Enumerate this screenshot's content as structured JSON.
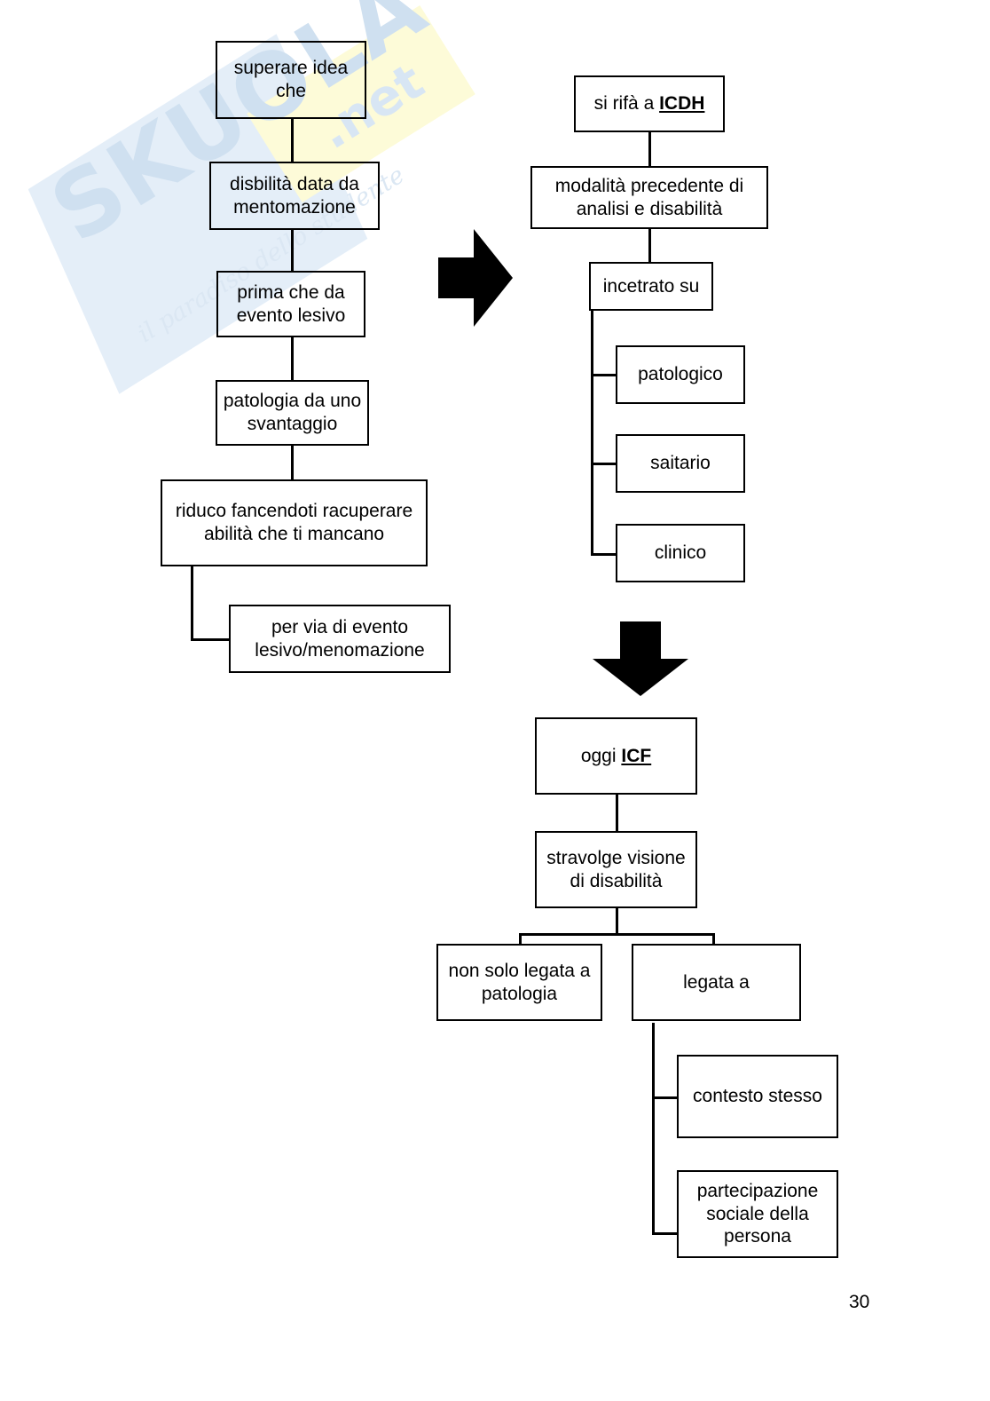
{
  "page": {
    "number": "30",
    "watermark": {
      "brand": "SKUOLA",
      "suffix": ".net",
      "tagline": "il paradiso dello studente",
      "brand_color": "#cfe0f0",
      "highlight_color": "#fdfbd8"
    }
  },
  "diagram": {
    "type": "flowchart",
    "columns": {
      "left_branch_title": "superare idea che",
      "right_branch_title": "si rifà a ICDH",
      "bottom_branch_title": "oggi ICF"
    },
    "nodes": {
      "superare_idea_che": "superare idea che",
      "disbilita_data_da_mentomazione": "disbilità data da mentomazione",
      "prima_che_da_evento_lesivo": "prima che da evento lesivo",
      "patologia_da_uno_svantaggio": "patologia da uno svantaggio",
      "riduco_fancendoti": "riduco fancendoti racuperare abilità che ti mancano",
      "per_via_di_evento_lesivo": "per via di evento lesivo/menomazione",
      "si_rifa_a_prefix": "si rifà a ",
      "si_rifa_a_term": "ICDH",
      "modalita_precedente": "modalità precedente di analisi e disabilità",
      "incetrato_su": "incetrato su",
      "patologico": "patologico",
      "saitario": "saitario",
      "clinico": "clinico",
      "oggi_prefix": "oggi ",
      "oggi_term": "ICF",
      "stravolge_visione": "stravolge visione di disabilità",
      "non_solo_legata": "non solo legata a patologia",
      "legata_a": "legata a",
      "contesto_stesso": "contesto stesso",
      "partecipazione_sociale": "partecipazione sociale della persona"
    },
    "arrows": {
      "right_arrow": "right-block-arrow",
      "down_arrow": "down-block-arrow"
    }
  }
}
